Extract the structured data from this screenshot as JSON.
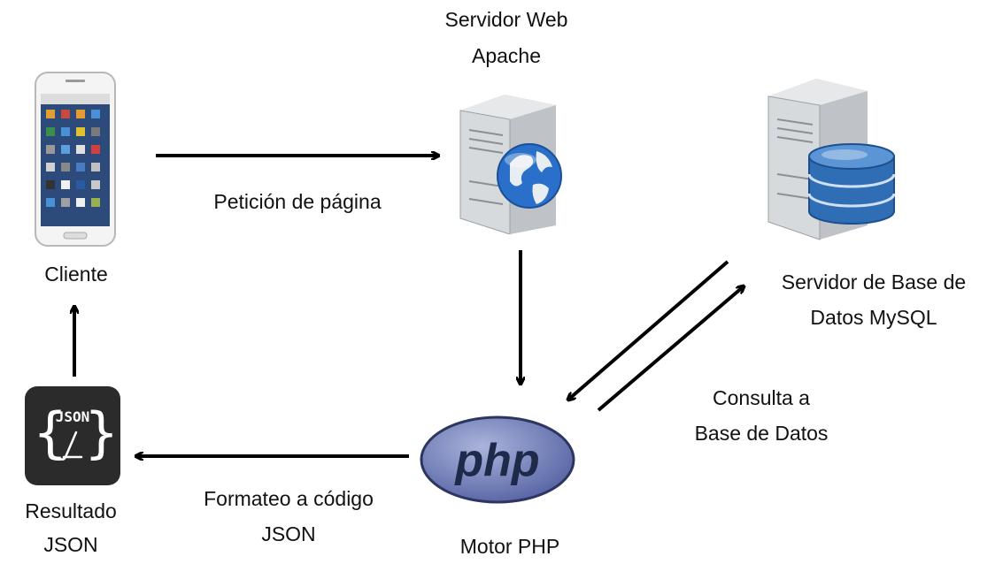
{
  "nodes": {
    "client": {
      "label": "Cliente",
      "icon": "smartphone-icon"
    },
    "web_server": {
      "label_line1": "Servidor Web",
      "label_line2": "Apache",
      "icon": "web-server-globe-icon"
    },
    "db_server": {
      "label_line1": "Servidor de Base de",
      "label_line2": "Datos MySQL",
      "icon": "database-server-icon"
    },
    "php_engine": {
      "label": "Motor PHP",
      "logo_text": "php",
      "icon": "php-logo-icon"
    },
    "json_result": {
      "label_line1": "Resultado",
      "label_line2": "JSON",
      "badge_text": "JSON",
      "icon": "json-file-icon"
    }
  },
  "edges": {
    "page_request": {
      "label": "Petición de página"
    },
    "db_query": {
      "label_line1": "Consulta a",
      "label_line2": "Base de Datos"
    },
    "json_format": {
      "label_line1": "Formateo a código",
      "label_line2": "JSON"
    }
  },
  "colors": {
    "arrow": "#000000",
    "php_blue": "#6c7bb7",
    "php_dark": "#1f2a4a",
    "db_blue": "#2f6db5",
    "globe_blue": "#2a6fc9",
    "json_bg": "#2b2b2b"
  }
}
